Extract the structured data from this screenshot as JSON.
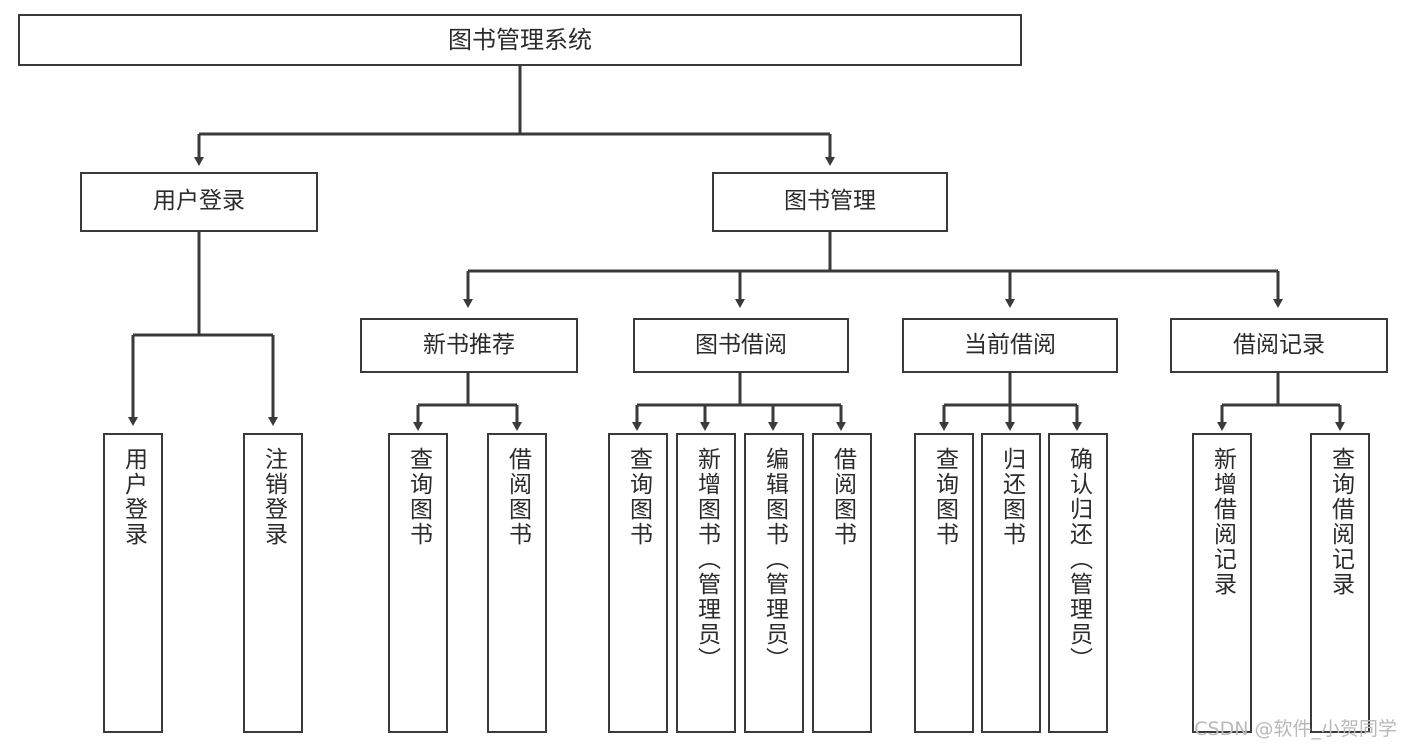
{
  "diagram": {
    "title": "图书管理系统",
    "type": "tree-hierarchy-diagram",
    "colors": {
      "box_border": "#3a3a3a",
      "box_fill": "#ffffff",
      "connector": "#3a3a3a",
      "text": "#2b2b2b",
      "watermark": "#b9b9b9",
      "background": "#ffffff"
    },
    "watermark": "CSDN @软件_小贺同学"
  },
  "nodes": {
    "root": {
      "label": "图书管理系统"
    },
    "level2": [
      {
        "id": "user-login",
        "label": "用户登录"
      },
      {
        "id": "book-management",
        "label": "图书管理"
      }
    ],
    "level3": [
      {
        "id": "new-book-recommend",
        "label": "新书推荐"
      },
      {
        "id": "book-borrow",
        "label": "图书借阅"
      },
      {
        "id": "current-borrow",
        "label": "当前借阅"
      },
      {
        "id": "borrow-record",
        "label": "借阅记录"
      }
    ],
    "leaves": {
      "user_login": [
        {
          "id": "leaf-user-login",
          "label": "用户登录"
        },
        {
          "id": "leaf-logout-login",
          "label": "注销登录"
        }
      ],
      "new_book_recommend": [
        {
          "id": "leaf-query-book-1",
          "label": "查询图书"
        },
        {
          "id": "leaf-borrow-book-1",
          "label": "借阅图书"
        }
      ],
      "book_borrow": [
        {
          "id": "leaf-query-book-2",
          "label": "查询图书"
        },
        {
          "id": "leaf-add-book-admin",
          "label": "新增图书（管理员）"
        },
        {
          "id": "leaf-edit-book-admin",
          "label": "编辑图书（管理员）"
        },
        {
          "id": "leaf-borrow-book-2",
          "label": "借阅图书"
        }
      ],
      "current_borrow": [
        {
          "id": "leaf-query-book-3",
          "label": "查询图书"
        },
        {
          "id": "leaf-return-book",
          "label": "归还图书"
        },
        {
          "id": "leaf-confirm-return-admin",
          "label": "确认归还（管理员）"
        }
      ],
      "borrow_record": [
        {
          "id": "leaf-add-borrow-record",
          "label": "新增借阅记录"
        },
        {
          "id": "leaf-query-borrow-record",
          "label": "查询借阅记录"
        }
      ]
    }
  }
}
